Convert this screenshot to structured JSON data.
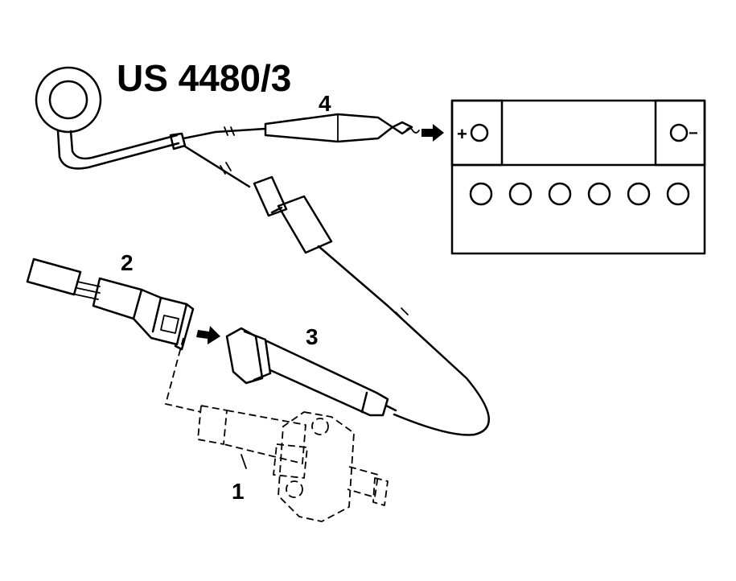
{
  "tool_label": "US 4480/3",
  "callouts": {
    "valve": "1",
    "harness_connector": "2",
    "test_plug": "3",
    "battery_clip": "4"
  },
  "battery": {
    "positive_terminal": "+",
    "negative_terminal": "−"
  }
}
